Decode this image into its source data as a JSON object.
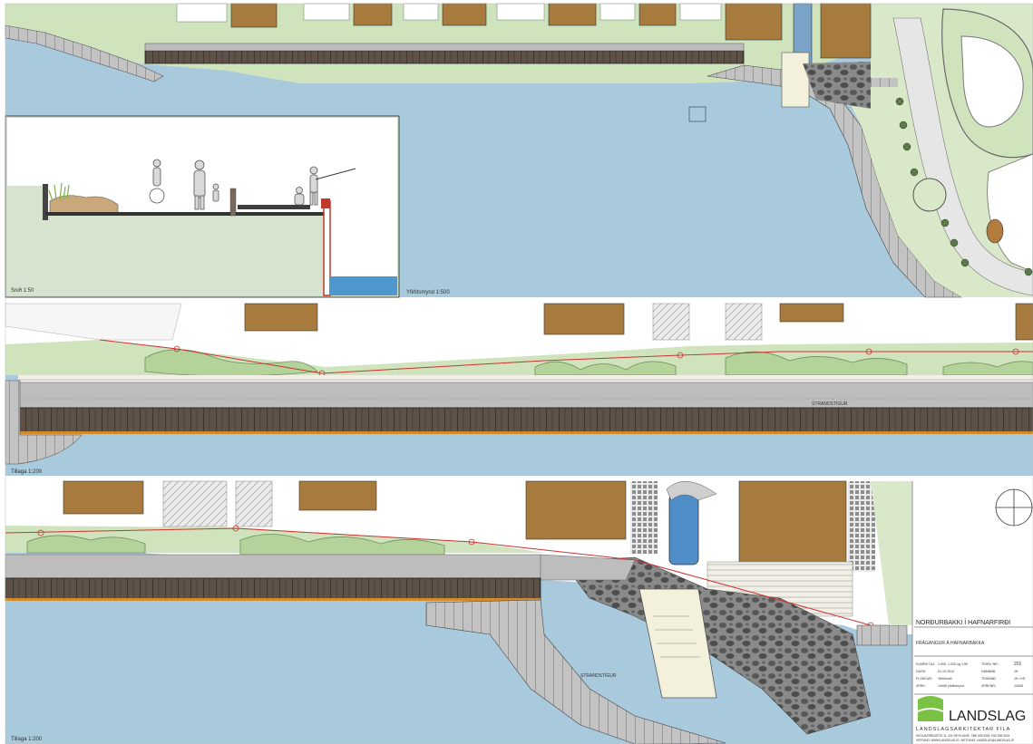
{
  "drawing": {
    "section_label": "Snið 1:50",
    "overview_label": "Yfirlitsmynd 1:500",
    "plan_a_label": "Tillaga 1:200",
    "plan_b_label": "Tillaga 1:200",
    "street_label_a": "STRANDSTÍGUR",
    "street_label_b": "STRANDSTÍGUR"
  },
  "title_block": {
    "project": "NORÐURBAKKI Í HAFNARFIRÐI",
    "subtitle": "FRÁGANGUR Á HAFNARBAKKA",
    "fields": [
      {
        "k": "KVARÐI Í A1:",
        "v": "1:500, 1:200 og 1:50",
        "k2": "TEIKN. NR.:",
        "v2": "201"
      },
      {
        "k": "DAGS:",
        "v": "01.10.2014",
        "k2": "HANNAÐ:",
        "v2": "JH"
      },
      {
        "k": "FLOKKUR:",
        "v": "Yfirlit/snið",
        "k2": "TEIKNAÐ:",
        "v2": "JH / ÞS"
      },
      {
        "k": "VERK:",
        "v": "14006 yfirlitsmynd",
        "k2": "VERKNR.:",
        "v2": "14006"
      }
    ],
    "logo_word": "LANDSLAG",
    "logo_sub": "LANDSLAGSARKITEKTAR FÍLA",
    "address": "SKÓLAVÖRÐUSTÍG 11, 101 REYKJAVÍK, SÍMI 535 5300, FAX 535 5301",
    "web": "VEFFANG: WWW.LANDSLAG.IS / NETFANG: LANDSLAG@LANDSLAG.IS"
  },
  "colors": {
    "water": "#a9c9dc",
    "grass": "#cfe3bd",
    "hedge": "#b3d39b",
    "pavement": "#bdbdbd",
    "paving": "#f3f0dc",
    "building": "#a77a3e",
    "deck": "#5e5147",
    "logo": "#7bc143"
  }
}
